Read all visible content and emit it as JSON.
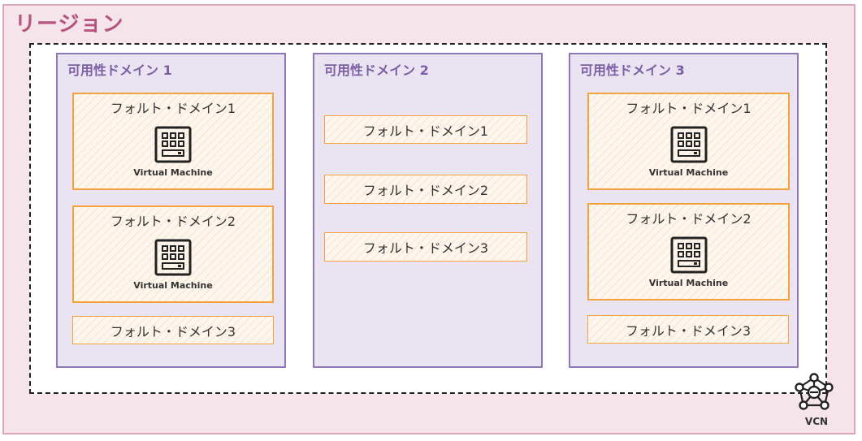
{
  "region": {
    "title": "リージョン"
  },
  "vcn": {
    "label": "VCN",
    "icon": "network-icon"
  },
  "availability_domains": [
    {
      "title": "可用性ドメイン 1",
      "fault_domains": [
        {
          "label": "フォルト・ドメイン1",
          "vm": "Virtual Machine"
        },
        {
          "label": "フォルト・ドメイン2",
          "vm": "Virtual Machine"
        },
        {
          "label": "フォルト・ドメイン3"
        }
      ]
    },
    {
      "title": "可用性ドメイン 2",
      "fault_domains": [
        {
          "label": "フォルト・ドメイン1"
        },
        {
          "label": "フォルト・ドメイン2"
        },
        {
          "label": "フォルト・ドメイン3"
        }
      ]
    },
    {
      "title": "可用性ドメイン 3",
      "fault_domains": [
        {
          "label": "フォルト・ドメイン1",
          "vm": "Virtual Machine"
        },
        {
          "label": "フォルト・ドメイン2",
          "vm": "Virtual Machine"
        },
        {
          "label": "フォルト・ドメイン3"
        }
      ]
    }
  ],
  "colors": {
    "region_fill": "#f5e4ea",
    "region_title": "#b5547e",
    "ad_fill": "#eae4f2",
    "ad_border": "#8e79b6",
    "fault_domain_border": "#f5a13c"
  }
}
